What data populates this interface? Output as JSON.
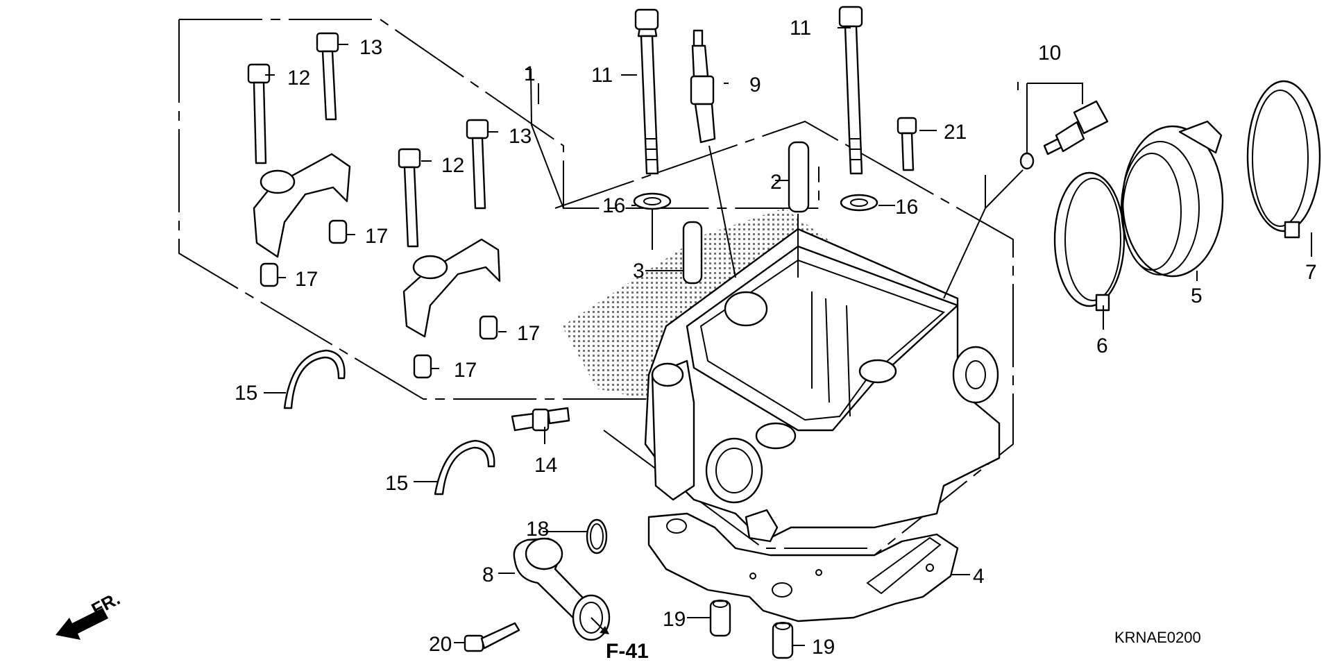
{
  "diagram": {
    "title": "Cylinder Head Parts Diagram",
    "diagram_code": "KRNAE0200",
    "reference": "F-41",
    "direction_indicator": "FR.",
    "callouts": [
      {
        "id": "c1",
        "number": "1",
        "part": "cylinder-head-assembly"
      },
      {
        "id": "c2",
        "number": "2",
        "part": "valve-guide-ex"
      },
      {
        "id": "c3",
        "number": "3",
        "part": "valve-guide-in"
      },
      {
        "id": "c4",
        "number": "4",
        "part": "cylinder-head-gasket"
      },
      {
        "id": "c5",
        "number": "5",
        "part": "insulator"
      },
      {
        "id": "c6",
        "number": "6",
        "part": "insulator-band-a"
      },
      {
        "id": "c7",
        "number": "7",
        "part": "insulator-band-b"
      },
      {
        "id": "c8",
        "number": "8",
        "part": "water-joint"
      },
      {
        "id": "c9",
        "number": "9",
        "part": "spark-plug"
      },
      {
        "id": "c10",
        "number": "10",
        "part": "thermo-sensor-set"
      },
      {
        "id": "c11a",
        "number": "11",
        "part": "stud-bolt-left"
      },
      {
        "id": "c11b",
        "number": "11",
        "part": "stud-bolt-right"
      },
      {
        "id": "c12a",
        "number": "12",
        "part": "flange-bolt-a"
      },
      {
        "id": "c12b",
        "number": "12",
        "part": "flange-bolt-b"
      },
      {
        "id": "c13a",
        "number": "13",
        "part": "flange-bolt-c"
      },
      {
        "id": "c13b",
        "number": "13",
        "part": "flange-bolt-d"
      },
      {
        "id": "c14",
        "number": "14",
        "part": "stud-bolt-short"
      },
      {
        "id": "c15a",
        "number": "15",
        "part": "camshaft-seal-a"
      },
      {
        "id": "c15b",
        "number": "15",
        "part": "camshaft-seal-b"
      },
      {
        "id": "c16a",
        "number": "16",
        "part": "washer-left"
      },
      {
        "id": "c16b",
        "number": "16",
        "part": "washer-right"
      },
      {
        "id": "c17a",
        "number": "17",
        "part": "dowel-pin-a"
      },
      {
        "id": "c17b",
        "number": "17",
        "part": "dowel-pin-b"
      },
      {
        "id": "c17c",
        "number": "17",
        "part": "dowel-pin-c"
      },
      {
        "id": "c17d",
        "number": "17",
        "part": "dowel-pin-d"
      },
      {
        "id": "c18",
        "number": "18",
        "part": "o-ring"
      },
      {
        "id": "c19a",
        "number": "19",
        "part": "dowel-pin-e"
      },
      {
        "id": "c19b",
        "number": "19",
        "part": "dowel-pin-f"
      },
      {
        "id": "c20",
        "number": "20",
        "part": "flange-bolt-e"
      },
      {
        "id": "c21",
        "number": "21",
        "part": "flange-bolt-f"
      }
    ]
  }
}
